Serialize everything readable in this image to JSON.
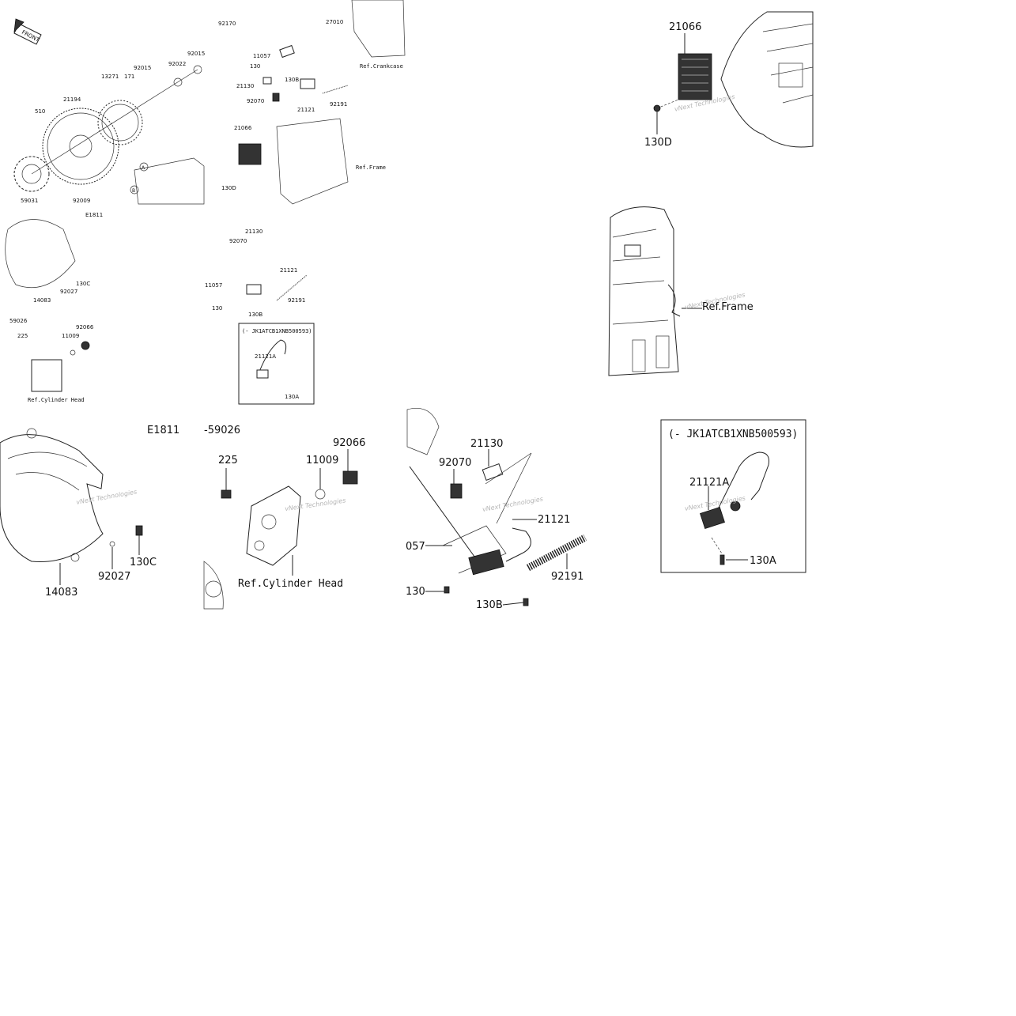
{
  "panels": {
    "overview": {
      "front_label": "FRONT",
      "labels": {
        "p510": "510",
        "p21194": "21194",
        "p13271": "13271",
        "p171": "171",
        "p92015a": "92015",
        "p92015b": "92015",
        "p92022": "92022",
        "p59031": "59031",
        "p92009": "92009",
        "markA": "A",
        "markB": "B",
        "p92170": "92170",
        "p27010": "27010",
        "p11057": "11057",
        "p130": "130",
        "p21130": "21130",
        "p130B": "130B",
        "p92070": "92070",
        "p21121": "21121",
        "p92191": "92191",
        "refCrankcase": "Ref.Crankcase",
        "p21066": "21066",
        "p130D": "130D",
        "refFrame": "Ref.Frame",
        "e1811": "E1811",
        "p14083": "14083",
        "p92027": "92027",
        "p130C": "130C",
        "p59026": "59026",
        "p225": "225",
        "p11009": "11009",
        "p92066": "92066",
        "refCylHead": "Ref.Cylinder Head",
        "s21130": "21130",
        "s92070": "92070",
        "s11057": "11057",
        "s21121": "21121",
        "s92191": "92191",
        "s130": "130",
        "s130B": "130B",
        "inset_title": "(- JK1ATCB1XNB500593)",
        "inset21121A": "21121A",
        "inset130A": "130A"
      }
    },
    "regulator": {
      "p21066": "21066",
      "p130D": "130D"
    },
    "frame": {
      "ref": "Ref.Frame"
    },
    "cover": {
      "e1811": "E1811",
      "p14083": "14083",
      "p92027": "92027",
      "p130C": "130C"
    },
    "head": {
      "p59026": "-59026",
      "p225": "225",
      "p11009": "11009",
      "p92066": "92066",
      "ref": "Ref.Cylinder Head"
    },
    "coil": {
      "p21130": "21130",
      "p92070": "92070",
      "p057": "057",
      "p21121": "21121",
      "p92191": "92191",
      "p130": "130",
      "p130B": "130B"
    },
    "inset": {
      "title": "(- JK1ATCB1XNB500593)",
      "p21121A": "21121A",
      "p130A": "130A"
    },
    "watermark": "vNext Technologies"
  }
}
